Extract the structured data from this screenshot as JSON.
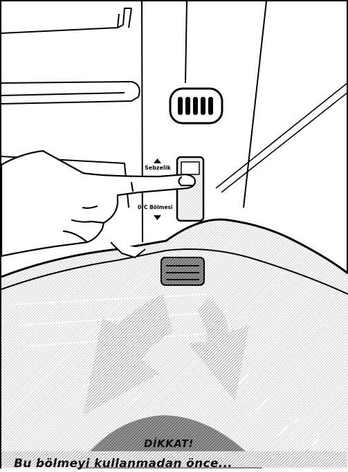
{
  "labels": {
    "compartment_up": "Sebzelik",
    "compartment_down": "0°C Bölmesi",
    "caution_title": "DİKKAT!",
    "warning_text": "Bu bölmeyi kullanmadan önce..."
  },
  "colors": {
    "line": "#000000",
    "background": "#ffffff",
    "hatch": "#8a8a8a"
  },
  "icons": {
    "vent": "vent-grille-icon",
    "up_arrow": "triangle-up-icon",
    "down_arrow": "triangle-down-icon",
    "airflow": "airflow-arrow-icon"
  }
}
